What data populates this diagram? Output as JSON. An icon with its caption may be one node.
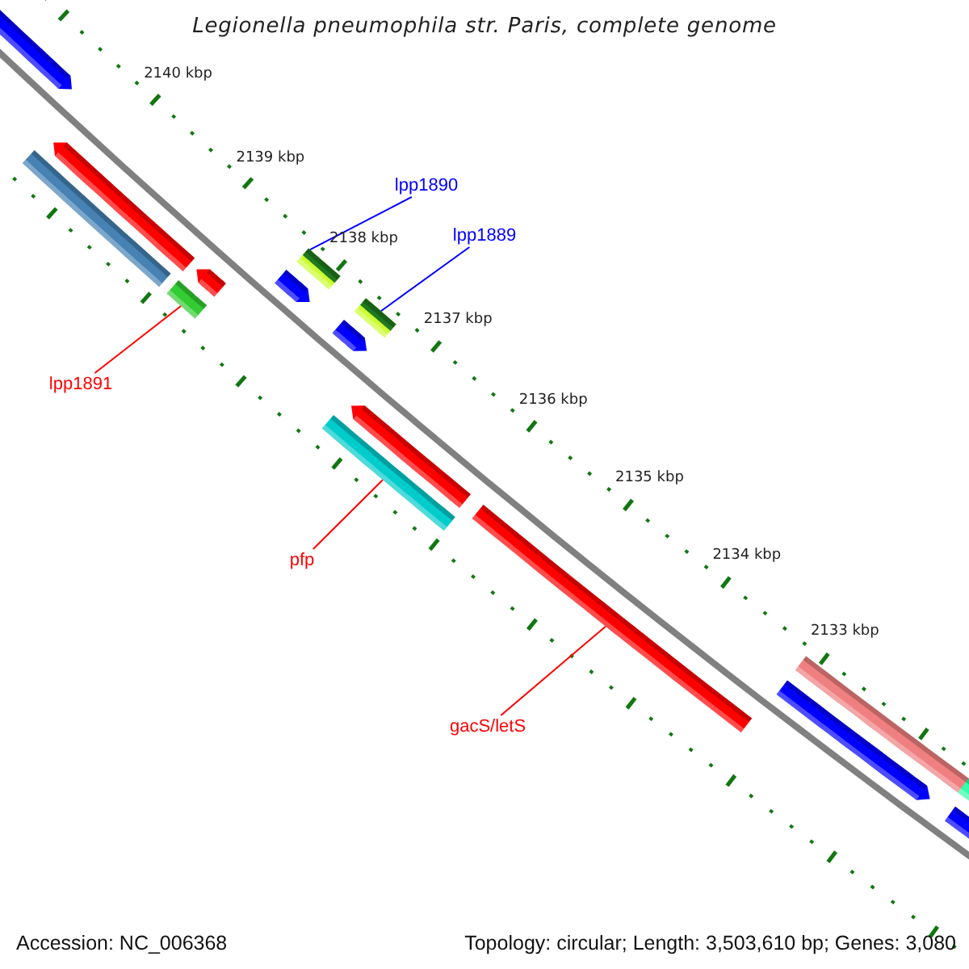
{
  "diagram": {
    "title": "Legionella pneumophila str. Paris, complete genome",
    "nodes": [
      {
        "text": [
          "lpp1890"
        ]
      },
      {
        "text": [
          "lpp1889"
        ]
      },
      {
        "text": [],
        "shape": "bar"
      },
      {
        "text": [],
        "shape": "bar"
      },
      {
        "text": [],
        "shape": "bar"
      },
      {
        "text": [
          "lpp1891"
        ]
      },
      {
        "text": [],
        "shape": "bar"
      },
      {
        "text": [
          "pfp"
        ]
      },
      {
        "text": [],
        "shape": "bar"
      },
      {
        "text": [
          "gacS/letS"
        ]
      }
    ],
    "edges": [
      {
        "from": 0,
        "to": 2,
        "arrow": "none",
        "color": "#0000ff"
      },
      {
        "from": 1,
        "to": 4,
        "arrow": "none",
        "color": "#0000ff"
      },
      {
        "from": 5,
        "to": 3,
        "arrow": "none"
      },
      {
        "from": 7,
        "to": 6,
        "arrow": "none"
      },
      {
        "from": 9,
        "to": 8,
        "arrow": "none"
      }
    ],
    "labels": [
      "2140 kbp",
      "2139 kbp",
      "2138 kbp",
      "2137 kbp",
      "2136 kbp",
      "2135 kbp",
      "2134 kbp",
      "2133 kbp",
      "Accession: NC_006368",
      "Topology: circular; Length: 3,503,610 bp; Genes: 3,080"
    ]
  }
}
